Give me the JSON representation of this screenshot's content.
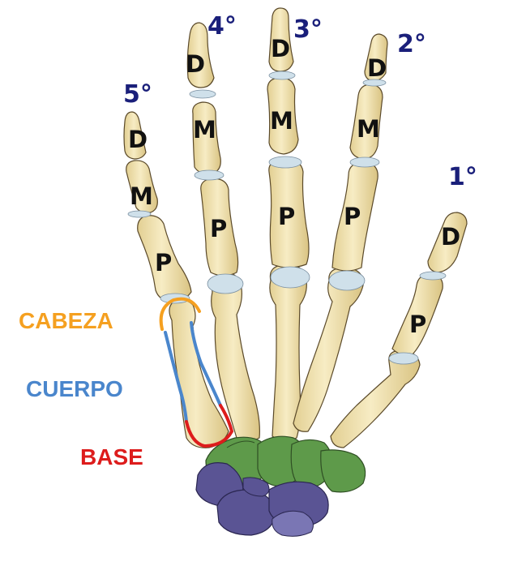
{
  "colors": {
    "bone": "#f2e4b0",
    "bone_shadow": "#d8c486",
    "bone_outline": "#5b4a2a",
    "cartilage": "#cfe0ea",
    "distal_carpals": "#5e9a4a",
    "proximal_carpals": "#5a5494",
    "head": "#f5a020",
    "body": "#4a86cc",
    "base": "#dd1c1c",
    "finger_number": "#1a1f7a"
  },
  "fingers": [
    {
      "number": "5°",
      "phalanges": [
        "D",
        "M",
        "P"
      ]
    },
    {
      "number": "4°",
      "phalanges": [
        "D",
        "M",
        "P"
      ]
    },
    {
      "number": "3°",
      "phalanges": [
        "D",
        "M",
        "P"
      ]
    },
    {
      "number": "2°",
      "phalanges": [
        "D",
        "M",
        "P"
      ]
    },
    {
      "number": "1°",
      "phalanges": [
        "D",
        "P"
      ]
    }
  ],
  "parts": {
    "head": "CABEZA",
    "body": "CUERPO",
    "base": "BASE"
  }
}
